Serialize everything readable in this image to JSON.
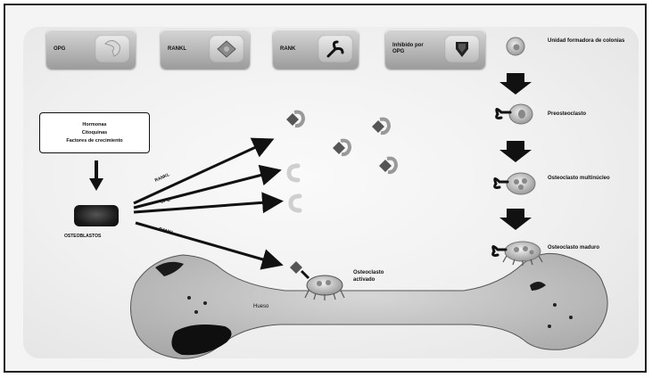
{
  "legend": [
    {
      "label": "OPG",
      "icon": "opg-icon"
    },
    {
      "label": "RANKL",
      "icon": "rankl-icon"
    },
    {
      "label": "RANK",
      "icon": "rank-icon"
    },
    {
      "label": "Inhibido por OPG",
      "icon": "inhibited-icon"
    }
  ],
  "hormones": [
    "Hormonas",
    "Citoquinas",
    "Factores de crecimiento"
  ],
  "osteoblast_label": "OSTEOBLASTOS",
  "arrow_labels": [
    "RANKL",
    "OPG",
    "RANKL"
  ],
  "lineage": [
    {
      "label": "Unidad formadora de colonias"
    },
    {
      "label": "Preosteoclasto"
    },
    {
      "label": "Osteoclasto multinúcleo"
    },
    {
      "label": "Osteoclasto maduro"
    }
  ],
  "activated_label": "Osteoclasto activado",
  "bone_label": "Hueso"
}
